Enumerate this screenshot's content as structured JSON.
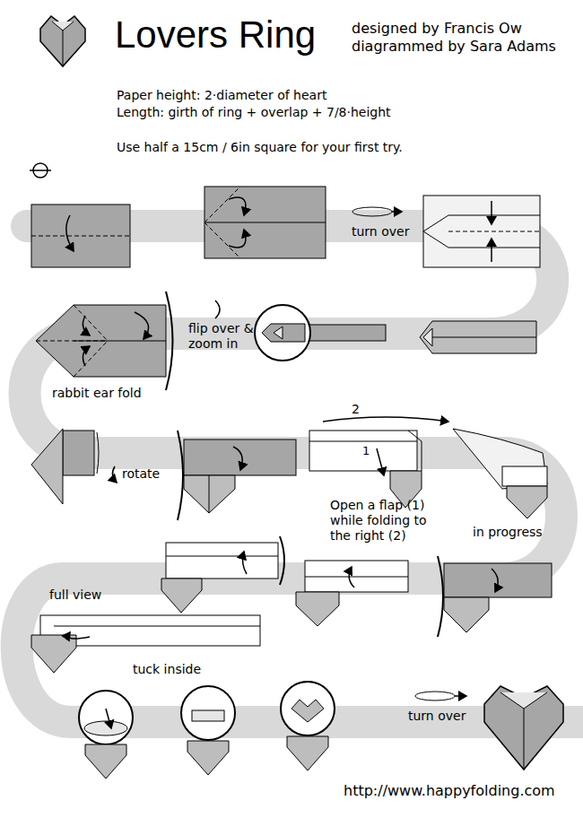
{
  "diagram": {
    "title": "Lovers Ring",
    "labels": [
      "designed by Francis Ow",
      "diagrammed by Sara Adams",
      "Paper height: 2·diameter of heart",
      "Length: girth of ring + overlap + 7/8·height",
      "Use half a 15cm / 6in square for your first try.",
      "turn over",
      "flip over & zoom in",
      "rabbit ear fold",
      "rotate",
      "2",
      "1",
      "Open a flap (1) while folding to the right (2)",
      "in progress",
      "full view",
      "tuck inside",
      "turn over",
      "http://www.happyfolding.com"
    ]
  }
}
